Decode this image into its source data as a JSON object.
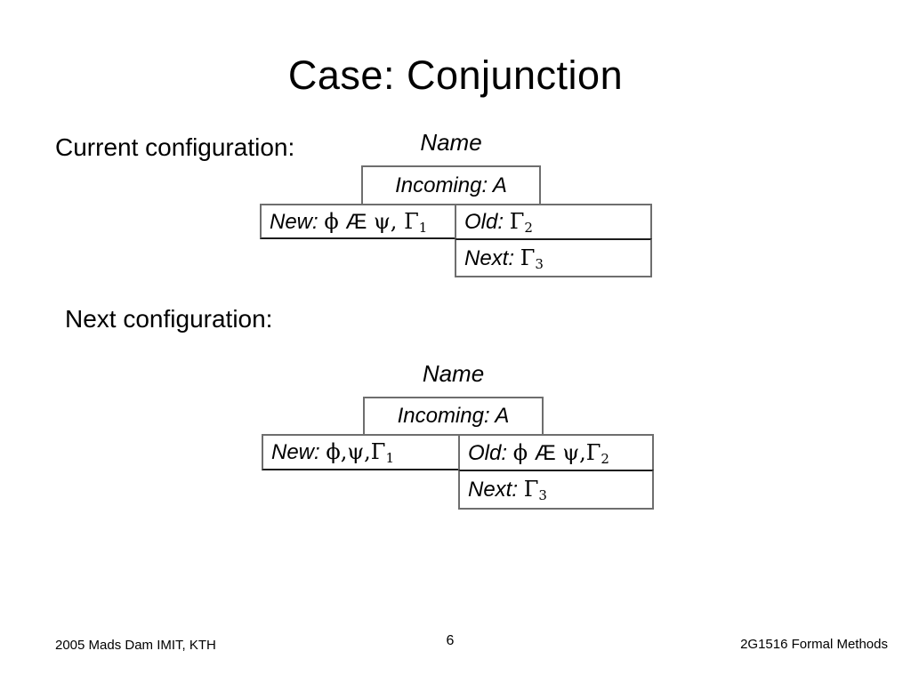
{
  "slide": {
    "title": "Case: Conjunction",
    "page_number": "6",
    "footer_left": "2005 Mads Dam IMIT, KTH",
    "footer_right": "2G1516 Formal Methods"
  },
  "sections": {
    "current_label": "Current configuration:",
    "next_label": "Next configuration:"
  },
  "current_config": {
    "name_label": "Name",
    "incoming": "Incoming: A",
    "new_row": [
      {
        "t": "New: ",
        "s": "it"
      },
      {
        "t": "ϕ ",
        "s": "sym"
      },
      {
        "t": "Æ",
        "s": "ae"
      },
      {
        "t": " ψ, Γ",
        "s": "sym"
      },
      {
        "t": "1",
        "s": "sub"
      }
    ],
    "old_row": [
      {
        "t": "Old: ",
        "s": "it"
      },
      {
        "t": "Γ",
        "s": "sym"
      },
      {
        "t": "2",
        "s": "sub"
      }
    ],
    "next_row": [
      {
        "t": "Next: ",
        "s": "it"
      },
      {
        "t": "Γ",
        "s": "sym"
      },
      {
        "t": "3",
        "s": "sub"
      }
    ]
  },
  "next_config": {
    "name_label": "Name",
    "incoming": "Incoming: A",
    "new_row": [
      {
        "t": "New: ",
        "s": "it"
      },
      {
        "t": "ϕ,ψ,Γ",
        "s": "sym"
      },
      {
        "t": "1",
        "s": "sub"
      }
    ],
    "old_row": [
      {
        "t": "Old: ",
        "s": "it"
      },
      {
        "t": "ϕ ",
        "s": "sym"
      },
      {
        "t": "Æ",
        "s": "ae"
      },
      {
        "t": " ψ,Γ",
        "s": "sym"
      },
      {
        "t": "2",
        "s": "sub"
      }
    ],
    "next_row": [
      {
        "t": "Next: ",
        "s": "it"
      },
      {
        "t": "Γ",
        "s": "sym"
      },
      {
        "t": "3",
        "s": "sub"
      }
    ]
  },
  "colors": {
    "background": "#ffffff",
    "text": "#000000",
    "box_border": "#6e6e6e",
    "divider": "#1c1c1c"
  }
}
